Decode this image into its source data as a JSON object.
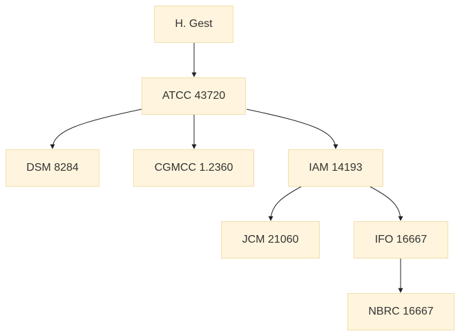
{
  "nodes": [
    {
      "id": "hgest",
      "label": "H. Gest"
    },
    {
      "id": "atcc",
      "label": "ATCC 43720"
    },
    {
      "id": "dsm",
      "label": "DSM 8284"
    },
    {
      "id": "cgmcc",
      "label": "CGMCC 1.2360"
    },
    {
      "id": "iam",
      "label": "IAM 14193"
    },
    {
      "id": "jcm",
      "label": "JCM 21060"
    },
    {
      "id": "ifo",
      "label": "IFO 16667"
    },
    {
      "id": "nbrc",
      "label": "NBRC 16667"
    }
  ],
  "edges": [
    {
      "from": "hgest",
      "to": "atcc"
    },
    {
      "from": "atcc",
      "to": "dsm"
    },
    {
      "from": "atcc",
      "to": "cgmcc"
    },
    {
      "from": "atcc",
      "to": "iam"
    },
    {
      "from": "iam",
      "to": "jcm"
    },
    {
      "from": "iam",
      "to": "ifo"
    },
    {
      "from": "ifo",
      "to": "nbrc"
    }
  ],
  "colors": {
    "node_fill": "#fff4dd",
    "node_border": "#f1dfae",
    "edge": "#222222",
    "text": "#333333"
  }
}
